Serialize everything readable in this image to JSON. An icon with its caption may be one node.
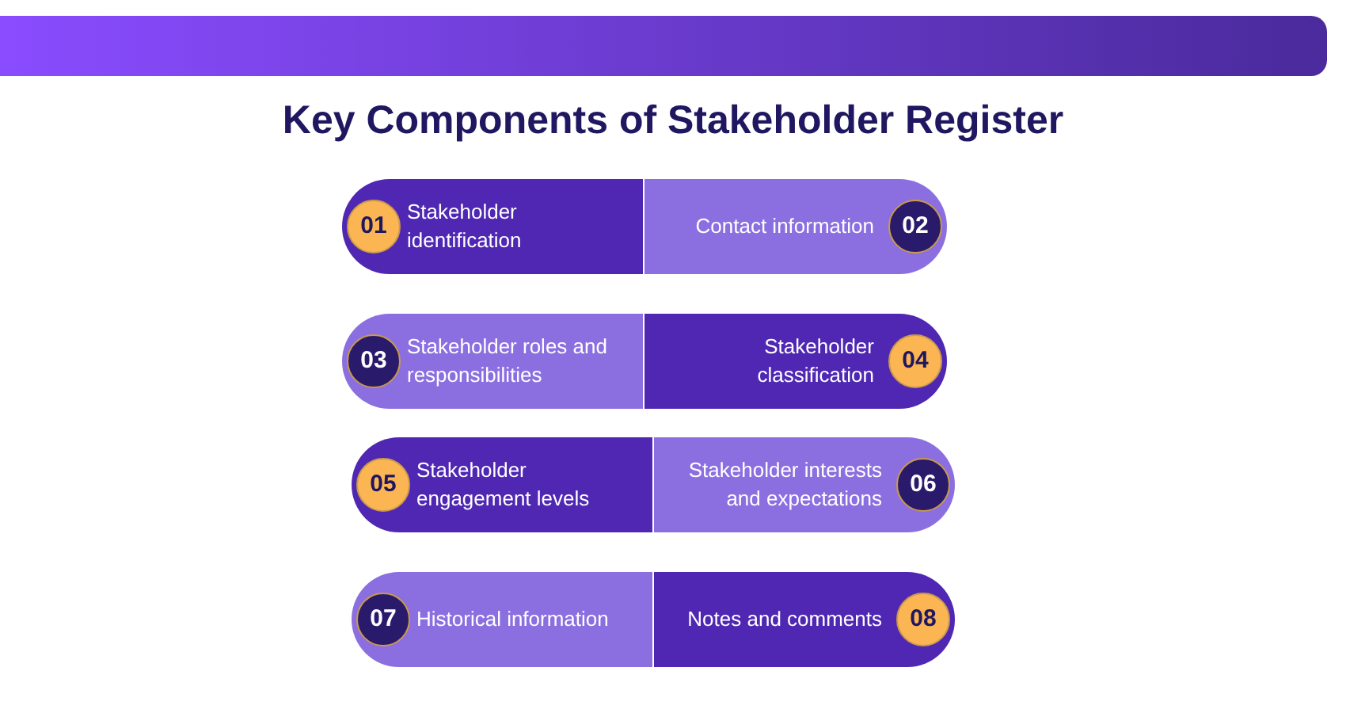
{
  "diagram": {
    "title": "Key Components of Stakeholder Register",
    "nodes": [
      {
        "text": [
          "01",
          "Stakeholder identification"
        ]
      },
      {
        "text": [
          "Contact information",
          "02"
        ]
      },
      {
        "text": [
          "03",
          "Stakeholder roles and responsibilities"
        ]
      },
      {
        "text": [
          "Stakeholder classification",
          "04"
        ]
      },
      {
        "text": [
          "05",
          "Stakeholder engagement levels"
        ]
      },
      {
        "text": [
          "Stakeholder interests and expectations",
          "06"
        ]
      },
      {
        "text": [
          "07",
          "Historical information"
        ]
      },
      {
        "text": [
          "Notes and comments",
          "08"
        ]
      }
    ]
  }
}
